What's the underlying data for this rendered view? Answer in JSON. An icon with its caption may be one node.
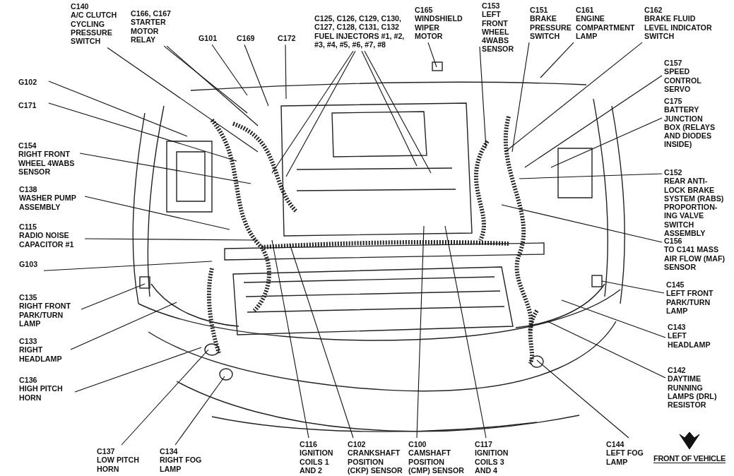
{
  "diagram": {
    "nodes": [
      {
        "text": [
          "C140",
          "A/C CLUTCH CYCLING PRESSURE SWITCH"
        ]
      },
      {
        "text": [
          "C166, C167",
          "STARTER MOTOR RELAY"
        ]
      },
      {
        "text": [
          "G101"
        ]
      },
      {
        "text": [
          "C169"
        ]
      },
      {
        "text": [
          "C172"
        ]
      },
      {
        "text": [
          "C125, C126, C129, C130, C127, C128, C131, C132",
          "FUEL INJECTORS #1, #2, #3, #4, #5, #6, #7, #8"
        ]
      },
      {
        "text": [
          "C165",
          "WINDSHIELD WIPER MOTOR"
        ]
      },
      {
        "text": [
          "C153",
          "LEFT FRONT WHEEL 4WABS SENSOR"
        ]
      },
      {
        "text": [
          "C151",
          "BRAKE PRESSURE SWITCH"
        ]
      },
      {
        "text": [
          "C161",
          "ENGINE COMPARTMENT LAMP"
        ]
      },
      {
        "text": [
          "C162",
          "BRAKE FLUID LEVEL INDICATOR SWITCH"
        ]
      },
      {
        "text": [
          "C157",
          "SPEED CONTROL SERVO"
        ]
      },
      {
        "text": [
          "C175",
          "BATTERY JUNCTION BOX (RELAYS AND DIODES INSIDE)"
        ]
      },
      {
        "text": [
          "C152",
          "REAR ANTI- LOCK BRAKE SYSTEM (RABS) PROPORTION- ING VALVE SWITCH ASSEMBLY"
        ]
      },
      {
        "text": [
          "C156",
          "TO C141 MASS AIR FLOW (MAF) SENSOR"
        ]
      },
      {
        "text": [
          "C145",
          "LEFT FRONT PARK/TURN LAMP"
        ]
      },
      {
        "text": [
          "C143",
          "LEFT HEADLAMP"
        ]
      },
      {
        "text": [
          "C142",
          "DAYTIME RUNNING LAMPS (DRL) RESISTOR"
        ]
      },
      {
        "text": [
          "C144",
          "LEFT FOG LAMP"
        ]
      },
      {
        "text": [
          "C117",
          "IGNITION COILS 3 AND 4"
        ]
      },
      {
        "text": [
          "C100",
          "CAMSHAFT POSITION (CMP) SENSOR"
        ]
      },
      {
        "text": [
          "C102",
          "CRANKSHAFT POSITION (CKP) SENSOR"
        ]
      },
      {
        "text": [
          "C116",
          "IGNITION COILS 1 AND 2"
        ]
      },
      {
        "text": [
          "C134",
          "RIGHT FOG LAMP"
        ]
      },
      {
        "text": [
          "C137",
          "LOW PITCH HORN"
        ]
      },
      {
        "text": [
          "C136",
          "HIGH PITCH HORN"
        ]
      },
      {
        "text": [
          "C133",
          "RIGHT HEADLAMP"
        ]
      },
      {
        "text": [
          "C135",
          "RIGHT FRONT PARK/TURN LAMP"
        ]
      },
      {
        "text": [
          "G103"
        ]
      },
      {
        "text": [
          "C115",
          "RADIO NOISE CAPACITOR #1"
        ]
      },
      {
        "text": [
          "C138",
          "WASHER PUMP ASSEMBLY"
        ]
      },
      {
        "text": [
          "C154",
          "RIGHT FRONT WHEEL 4WABS SENSOR"
        ]
      },
      {
        "text": [
          "C171"
        ]
      },
      {
        "text": [
          "G102"
        ]
      }
    ],
    "edges": [
      {
        "from": 0,
        "to": null,
        "arrow": "none"
      },
      {
        "from": 1,
        "to": null,
        "arrow": "none"
      },
      {
        "from": 1,
        "to": null,
        "arrow": "none"
      },
      {
        "from": 2,
        "to": null,
        "arrow": "none"
      },
      {
        "from": 3,
        "to": null,
        "arrow": "none"
      },
      {
        "from": 4,
        "to": null,
        "arrow": "none"
      },
      {
        "from": 5,
        "to": null,
        "arrow": "none"
      },
      {
        "from": 5,
        "to": null,
        "arrow": "none"
      },
      {
        "from": 5,
        "to": null,
        "arrow": "none"
      },
      {
        "from": 5,
        "to": null,
        "arrow": "none"
      },
      {
        "from": 6,
        "to": null,
        "arrow": "none"
      },
      {
        "from": 7,
        "to": null,
        "arrow": "none"
      },
      {
        "from": 8,
        "to": null,
        "arrow": "none"
      },
      {
        "from": 9,
        "to": null,
        "arrow": "none"
      },
      {
        "from": 10,
        "to": null,
        "arrow": "none"
      },
      {
        "from": 11,
        "to": null,
        "arrow": "none"
      },
      {
        "from": 12,
        "to": null,
        "arrow": "none"
      },
      {
        "from": 13,
        "to": null,
        "arrow": "none"
      },
      {
        "from": 14,
        "to": null,
        "arrow": "none"
      },
      {
        "from": 15,
        "to": null,
        "arrow": "none"
      },
      {
        "from": 16,
        "to": null,
        "arrow": "none"
      },
      {
        "from": 17,
        "to": null,
        "arrow": "none"
      },
      {
        "from": 18,
        "to": null,
        "arrow": "none"
      },
      {
        "from": 19,
        "to": null,
        "arrow": "none"
      },
      {
        "from": 20,
        "to": null,
        "arrow": "none"
      },
      {
        "from": 21,
        "to": null,
        "arrow": "none"
      },
      {
        "from": 22,
        "to": null,
        "arrow": "none"
      },
      {
        "from": 23,
        "to": null,
        "arrow": "none"
      },
      {
        "from": 24,
        "to": null,
        "arrow": "none"
      },
      {
        "from": 25,
        "to": null,
        "arrow": "none"
      },
      {
        "from": 26,
        "to": null,
        "arrow": "none"
      },
      {
        "from": 27,
        "to": null,
        "arrow": "none"
      },
      {
        "from": 28,
        "to": null,
        "arrow": "none"
      },
      {
        "from": 29,
        "to": null,
        "arrow": "none"
      },
      {
        "from": 30,
        "to": null,
        "arrow": "none"
      },
      {
        "from": 31,
        "to": null,
        "arrow": "none"
      },
      {
        "from": 32,
        "to": null,
        "arrow": "none"
      },
      {
        "from": 33,
        "to": null,
        "arrow": "none"
      }
    ],
    "labels": [
      "FRONT OF VEHICLE"
    ]
  }
}
